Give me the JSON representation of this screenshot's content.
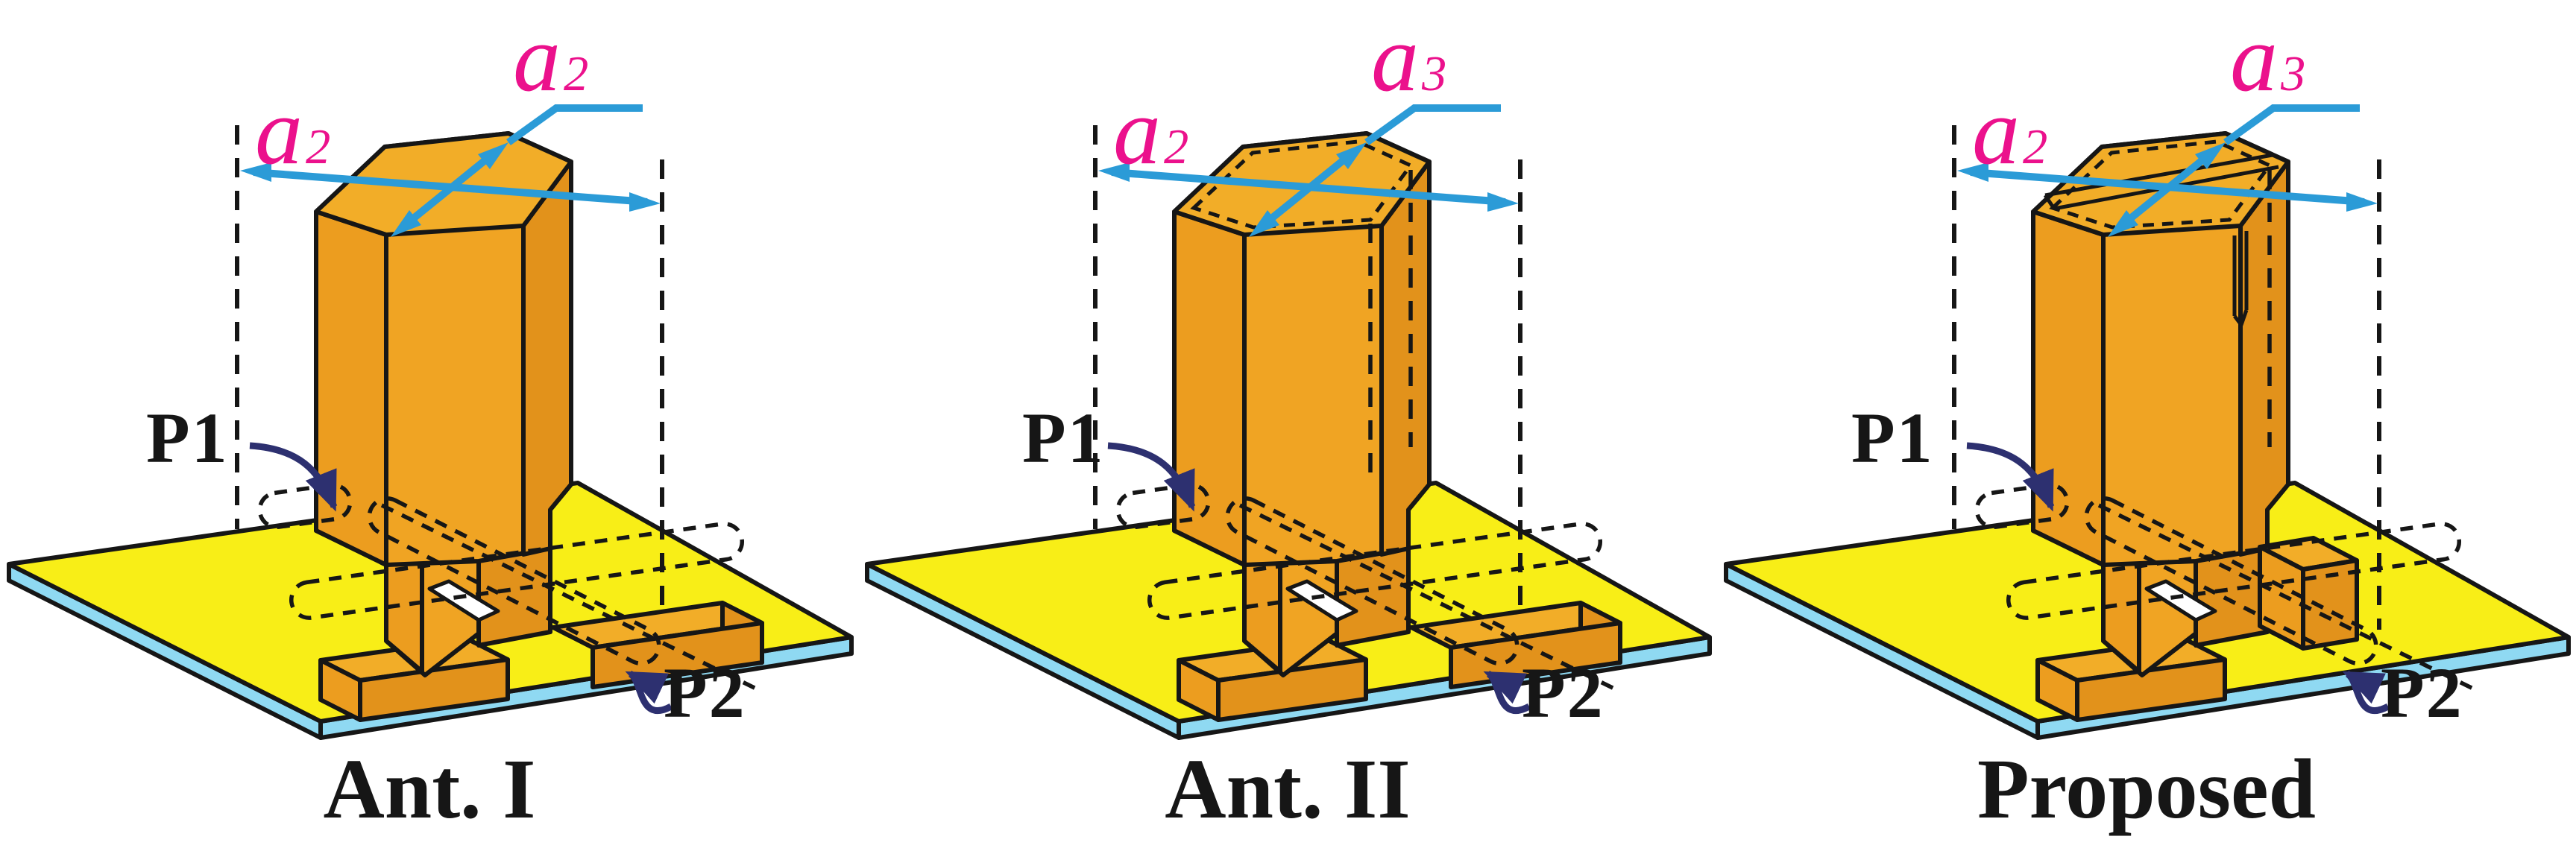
{
  "figure": {
    "background": "#ffffff",
    "colors": {
      "body_top": "#F2AD28",
      "body_light": "#F0A423",
      "body_mid": "#EC9D1F",
      "body_dark": "#E2921B",
      "plate_yellow": "#F8EE17",
      "plate_edge": "#8FD9F2",
      "arrow_blue": "#2B9BD7",
      "label_magenta": "#EB118C",
      "port_navy": "#2D3070",
      "line_black": "#161616"
    }
  },
  "panels": [
    {
      "caption": "Ant. I",
      "dim_top": {
        "base": "a",
        "sub": "2"
      },
      "dim_left": {
        "base": "a",
        "sub": "2"
      },
      "port1": "P1",
      "port2": "P2"
    },
    {
      "caption": "Ant. II",
      "dim_top": {
        "base": "a",
        "sub": "3"
      },
      "dim_left": {
        "base": "a",
        "sub": "2"
      },
      "port1": "P1",
      "port2": "P2"
    },
    {
      "caption": "Proposed",
      "dim_top": {
        "base": "a",
        "sub": "3"
      },
      "dim_left": {
        "base": "a",
        "sub": "2"
      },
      "port1": "P1",
      "port2": "P2"
    }
  ]
}
